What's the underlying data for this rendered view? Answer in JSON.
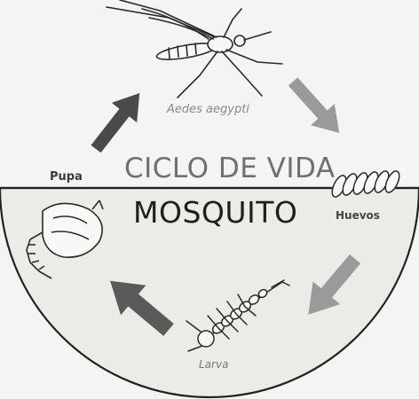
{
  "diagram": {
    "title_line1": "CICLO DE VIDA",
    "title_line2": "MOSQUITO",
    "species": "Aedes aegypti",
    "stages": {
      "pupa": "Pupa",
      "eggs": "Huevos",
      "larva": "Larva"
    }
  },
  "colors": {
    "background": "#f4f4f2",
    "ink": "#2a2a2a",
    "arrow_dark": "#4a4a4a",
    "arrow_light": "#9a9a9a"
  }
}
